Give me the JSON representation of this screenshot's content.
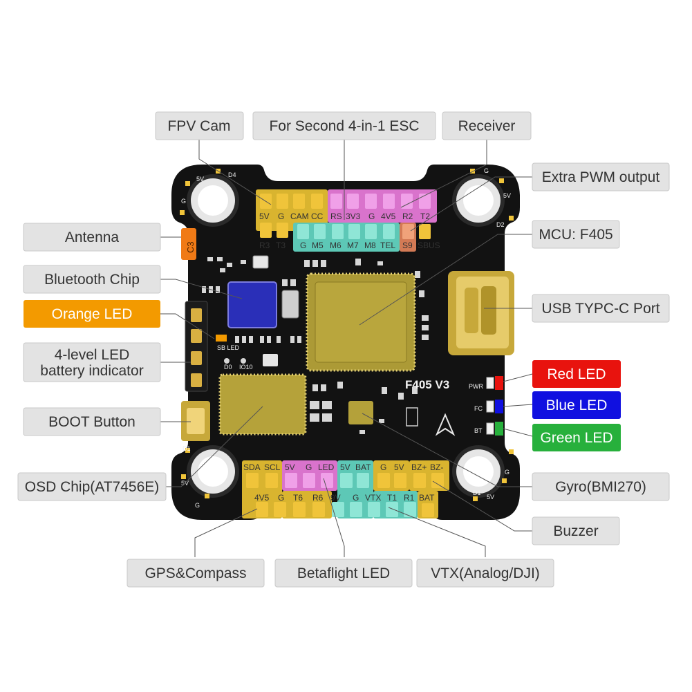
{
  "colors": {
    "board": "#121212",
    "pad_yellow": "#f0c43a",
    "pad_pink": "#e680d8",
    "pad_cyan": "#6fd6c4",
    "chip_gold": "#b7a03a",
    "label_bg": "#e3e3e3",
    "orange_led": "#f39a00",
    "red_led": "#e8130e",
    "blue_led": "#1010e0",
    "green_led": "#27b03c"
  },
  "callouts": {
    "fpv_cam": "FPV Cam",
    "second_esc": "For Second 4-in-1 ESC",
    "receiver": "Receiver",
    "extra_pwm": "Extra PWM output",
    "antenna": "Antenna",
    "mcu": "MCU: F405",
    "bluetooth": "Bluetooth Chip",
    "orange_led": "Orange LED",
    "usb": "USB TYPC-C Port",
    "battery_indicator_1": "4-level LED",
    "battery_indicator_2": "battery indicator",
    "red_led": "Red LED",
    "blue_led": "Blue LED",
    "green_led": "Green LED",
    "boot": "BOOT Button",
    "osd": "OSD Chip(AT7456E)",
    "gyro": "Gyro(BMI270)",
    "buzzer": "Buzzer",
    "gps": "GPS&Compass",
    "betaflight_led": "Betaflight LED",
    "vtx": "VTX(Analog/DJI)"
  },
  "board": {
    "model": "F405 V3",
    "antenna_label": "C3",
    "pads_top_row": [
      "5V",
      "G",
      "CAM",
      "CC",
      "RS",
      "3V3",
      "G",
      "4V5",
      "R2",
      "T2"
    ],
    "pads_second_row": [
      "R3",
      "T3",
      "G",
      "M5",
      "M6",
      "M7",
      "M8",
      "TEL",
      "S9",
      "SBUS"
    ],
    "pads_bottom_upper": [
      "SDA",
      "SCL",
      "5V",
      "G",
      "LED",
      "5V",
      "BAT",
      "G",
      "5V",
      "BZ+",
      "BZ-"
    ],
    "pads_bottom_lower": [
      "4V5",
      "G",
      "T6",
      "R6",
      "9V",
      "G",
      "VTX",
      "T1",
      "R1",
      "BAT"
    ],
    "silk_pwr": "PWR",
    "silk_fc": "FC",
    "silk_bt": "BT",
    "silk_sb_led": "SB LED",
    "silk_d0": "D0",
    "silk_io10": "IO10",
    "silk_d4": "D4",
    "silk_d2": "D2",
    "silk_d1": "D1",
    "silk_5v": "5V",
    "silk_g": "G"
  }
}
